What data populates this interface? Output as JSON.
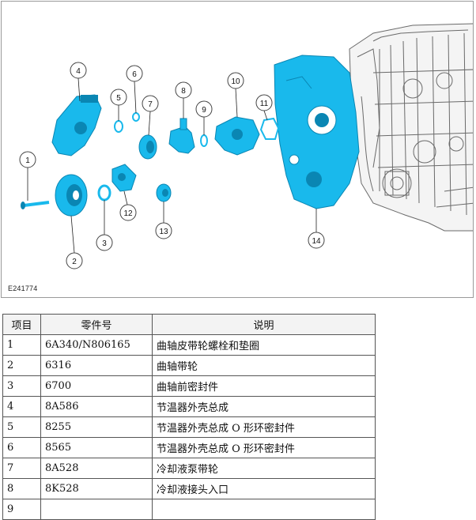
{
  "figure": {
    "id_label": "E241774",
    "callouts": [
      "1",
      "2",
      "3",
      "4",
      "5",
      "6",
      "7",
      "8",
      "9",
      "10",
      "11",
      "12",
      "13",
      "14"
    ]
  },
  "table": {
    "headers": [
      "项目",
      "零件号",
      "说明"
    ],
    "rows": [
      [
        "1",
        "6A340/N806165",
        "曲轴皮带轮螺栓和垫圈"
      ],
      [
        "2",
        "6316",
        "曲轴带轮"
      ],
      [
        "3",
        "6700",
        "曲轴前密封件"
      ],
      [
        "4",
        "8A586",
        "节温器外壳总成"
      ],
      [
        "5",
        "8255",
        "节温器外壳总成 O 形环密封件"
      ],
      [
        "6",
        "8565",
        "节温器外壳总成 O 形环密封件"
      ],
      [
        "7",
        "8A528",
        "冷却液泵带轮"
      ],
      [
        "8",
        "8K528",
        "冷却液接头入口"
      ],
      [
        "9",
        "",
        ""
      ]
    ]
  },
  "colors": {
    "part_fill": "#19b9ec",
    "part_shadow": "#0a86b3",
    "engine_line": "#6a6a6a"
  }
}
